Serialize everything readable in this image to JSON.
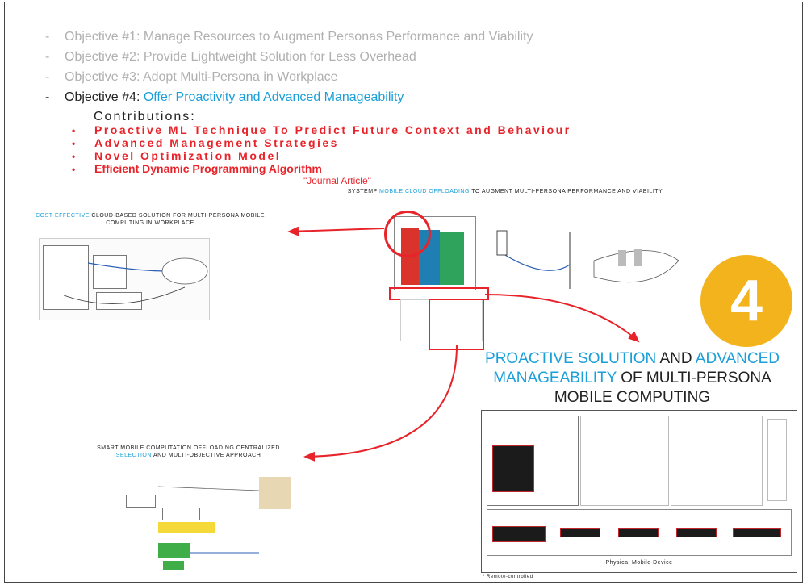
{
  "objectives": [
    {
      "label": "Objective #1: Manage Resources to Augment Personas Performance and Viability",
      "state": "inactive"
    },
    {
      "label": "Objective #2: Provide Lightweight Solution for Less Overhead",
      "state": "inactive"
    },
    {
      "label": "Objective #3: Adopt Multi-Persona in Workplace",
      "state": "inactive"
    }
  ],
  "current_objective": {
    "prefix": "Objective #4: ",
    "highlight": "Offer Proactivity and Advanced Manageability"
  },
  "contributions": {
    "title": "Contributions:",
    "items": [
      "Proactive ML Technique To Predict Future Context and Behaviour",
      "Advanced Management Strategies",
      "Novel Optimization Model",
      "Efficient Dynamic Programming Algorithm"
    ],
    "note": "\"Journal Article\""
  },
  "figures": {
    "center_caption": {
      "prefix": "SYSTEMP ",
      "highlight": "MOBILE CLOUD OFFLOADING",
      "suffix": " TO AUGMENT MULTI-PERSONA PERFORMANCE AND VIABILITY"
    },
    "left_caption": {
      "highlight": "COST-EFFECTIVE",
      "suffix": " CLOUD-BASED SOLUTION FOR MULTI-PERSONA MOBILE COMPUTING IN WORKPLACE"
    },
    "bottom_caption": {
      "line1": "SMART MOBILE COMPUTATION OFFLOADING CENTRALIZED",
      "highlight": "SELECTION",
      "suffix": " AND MULTI-OBJECTIVE APPROACH"
    },
    "device_caption": "Physical Mobile Device",
    "footnote": "* Remote-controlled"
  },
  "badge_number": "4",
  "main_title": {
    "part1": "PROACTIVE SOLUTION",
    "part2": " AND ",
    "part3": "ADVANCED MANAGEABILITY",
    "part4": " OF MULTI-PERSONA MOBILE COMPUTING"
  },
  "colors": {
    "accent_blue": "#1a9fd9",
    "accent_red": "#e8232a",
    "badge_yellow": "#f2b31d"
  }
}
